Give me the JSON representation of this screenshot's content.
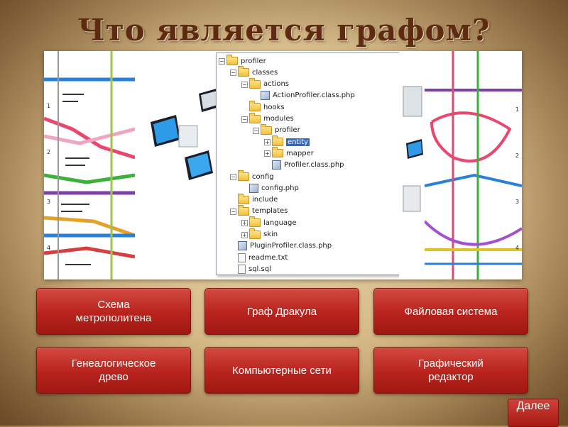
{
  "title": "Что является графом?",
  "tree": {
    "items": [
      {
        "label": "profiler",
        "type": "folder",
        "depth": 0,
        "toggle": "-"
      },
      {
        "label": "classes",
        "type": "folder",
        "depth": 1,
        "toggle": "-"
      },
      {
        "label": "actions",
        "type": "folder",
        "depth": 2,
        "toggle": "-"
      },
      {
        "label": "ActionProfiler.class.php",
        "type": "php",
        "depth": 3,
        "toggle": ""
      },
      {
        "label": "hooks",
        "type": "folder",
        "depth": 2,
        "toggle": ""
      },
      {
        "label": "modules",
        "type": "folder",
        "depth": 2,
        "toggle": "-"
      },
      {
        "label": "profiler",
        "type": "folder",
        "depth": 3,
        "toggle": "-"
      },
      {
        "label": "entity",
        "type": "folder",
        "depth": 4,
        "toggle": "+",
        "selected": true
      },
      {
        "label": "mapper",
        "type": "folder",
        "depth": 4,
        "toggle": "+"
      },
      {
        "label": "Profiler.class.php",
        "type": "php",
        "depth": 4,
        "toggle": ""
      },
      {
        "label": "config",
        "type": "folder",
        "depth": 1,
        "toggle": "-"
      },
      {
        "label": "config.php",
        "type": "php",
        "depth": 2,
        "toggle": ""
      },
      {
        "label": "include",
        "type": "folder",
        "depth": 1,
        "toggle": ""
      },
      {
        "label": "templates",
        "type": "folder",
        "depth": 1,
        "toggle": "-"
      },
      {
        "label": "language",
        "type": "folder",
        "depth": 2,
        "toggle": "+"
      },
      {
        "label": "skin",
        "type": "folder",
        "depth": 2,
        "toggle": "+"
      },
      {
        "label": "PluginProfiler.class.php",
        "type": "php",
        "depth": 1,
        "toggle": ""
      },
      {
        "label": "readme.txt",
        "type": "file",
        "depth": 1,
        "toggle": ""
      },
      {
        "label": "sql.sql",
        "type": "file",
        "depth": 1,
        "toggle": ""
      }
    ]
  },
  "buttons": [
    {
      "label": "Схема метрополитена"
    },
    {
      "label": "Граф Дракула"
    },
    {
      "label": "Файловая система"
    },
    {
      "label": "Генеалогическое древо"
    },
    {
      "label": "Компьютерные сети"
    },
    {
      "label": "Графический редактор"
    }
  ],
  "next_label": "Далее",
  "colors": {
    "title": "#5e2b12",
    "button": "#b8231c",
    "selection": "#316ac5"
  }
}
